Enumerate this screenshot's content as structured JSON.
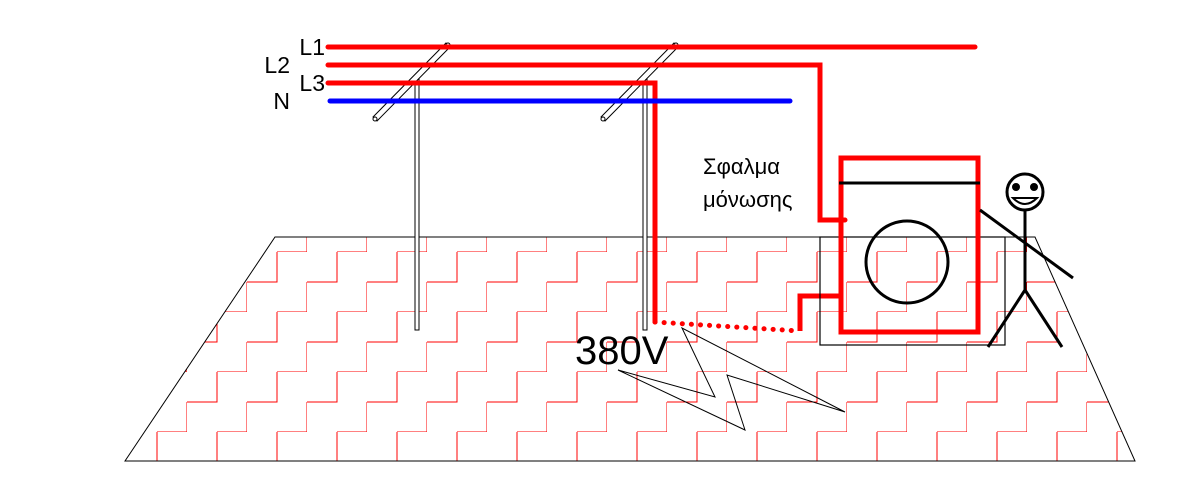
{
  "labels": {
    "l1": "L1",
    "l2": "L2",
    "l3": "L3",
    "n": "N",
    "fault_line1": "Σφαλμα",
    "fault_line2": "μόνωσης",
    "voltage": "380V"
  },
  "colors": {
    "phase": "#ff0000",
    "neutral": "#0000ff",
    "floor_pattern": "#ff0000",
    "outline": "#000000"
  }
}
